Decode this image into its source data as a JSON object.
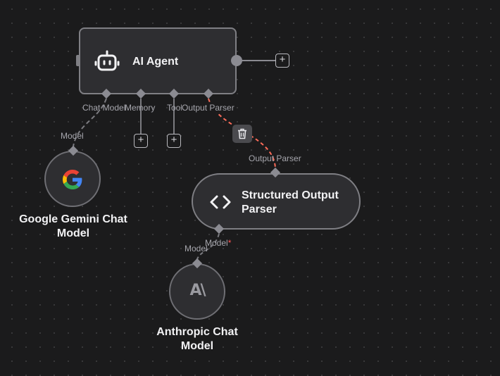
{
  "nodes": {
    "agent": {
      "title": "AI Agent"
    },
    "parser": {
      "title_line1": "Structured Output",
      "title_line2": "Parser"
    },
    "gemini": {
      "label_line1": "Google Gemini Chat",
      "label_line2": "Model"
    },
    "anthropic": {
      "label_line1": "Anthropic Chat",
      "label_line2": "Model",
      "logo_text": "A\\"
    }
  },
  "ports": {
    "chat_model": "Chat Model",
    "memory": "Memory",
    "tool": "Tool",
    "output_parser": "Output Parser",
    "gemini_model": "Model",
    "parser_output_parser": "Output Parser",
    "parser_model": "Model",
    "parser_model_required": "*",
    "anthropic_model": "Model"
  },
  "buttons": {
    "plus": "+"
  },
  "colors": {
    "canvas": "#1b1b1c",
    "node_fill": "#2e2e31",
    "node_border": "#7f7f84",
    "edge_default": "#7b7b80",
    "edge_selected": "#ff6d5a"
  },
  "icons": {
    "agent": "robot-icon",
    "parser": "code-brackets-icon",
    "gemini": "google-g-icon",
    "anthropic": "anthropic-logo-icon",
    "delete": "trash-icon"
  }
}
